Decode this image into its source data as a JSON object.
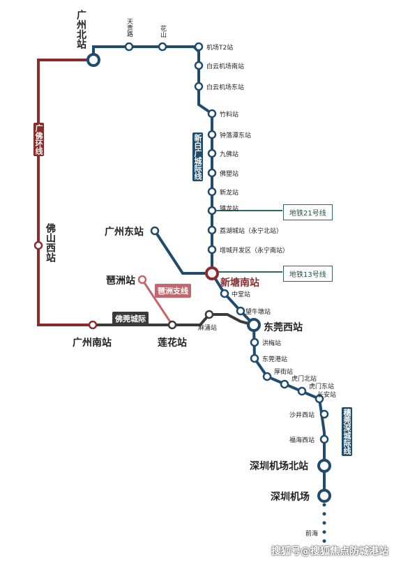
{
  "colors": {
    "main_line": "#1f4b6e",
    "ring_line": "#8b2b2b",
    "pazhou_branch": "#c4666b",
    "foguan_line": "#3a3a3a",
    "metro_box": "#2e6b5d"
  },
  "lines": {
    "xinbai": "新白广城际线",
    "guangfo": "广佛环线",
    "suiguan": "穗莞深城际线",
    "pazhou": "琶洲支线",
    "foguan": "佛莞城际",
    "foshan_west": "佛山西站"
  },
  "metro_boxes": {
    "m21": "地铁21号线",
    "m13": "地铁13号线"
  },
  "stations": {
    "guangzhou_north": "广州北站",
    "tiangui": "天贵路",
    "huashan": "花山",
    "t2": "机场T2站",
    "baiyun_s": "白云机场南站",
    "baiyun_e": "白云机场东站",
    "zhuliao": "竹料站",
    "zhongluotan": "钟落潭东站",
    "jiufo": "九佛站",
    "fosu": "佛塑站",
    "xinlong": "新龙站",
    "zhenlong": "镇龙站",
    "licheng": "荔湖城站（永宁北站）",
    "zengcheng": "增城开发区（永宁南站）",
    "guangzhou_east": "广州东站",
    "xintang_south": "新塘南站",
    "zhongtang": "中堂站",
    "wangniudun": "望牛墩站",
    "dongguan_west": "东莞西站",
    "hongmei": "洪梅站",
    "dongguan_port": "东莞港站",
    "houjie": "厚街站",
    "humen_north": "虎门北站",
    "humen_east": "虎门东站",
    "changan": "长安站",
    "shajing_west": "沙井西站",
    "fuhai_west": "福海西站",
    "sz_airport_north": "深圳机场北站",
    "sz_airport": "深圳机场",
    "qianhai": "前海",
    "pazhou": "琶洲站",
    "guangzhou_south": "广州南站",
    "lianhua": "莲花站",
    "mayong": "麻涌站"
  },
  "watermark": "搜狐号@搜狐焦点防城港站"
}
